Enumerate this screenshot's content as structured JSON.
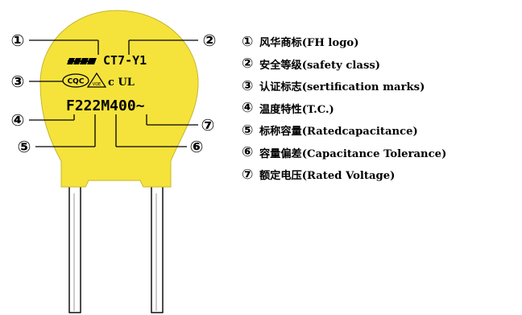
{
  "component": {
    "logo": "FH",
    "model": "CT7-Y1",
    "cert_cqc": "CQC",
    "cert_vde": "VDE",
    "cert_ul": "c UL",
    "code": "F222M400~"
  },
  "colors": {
    "body": "#f5e33c",
    "body_edge": "#b8a520",
    "stroke": "#000000"
  },
  "callout_numbers": [
    "①",
    "②",
    "③",
    "④",
    "⑤",
    "⑥",
    "⑦"
  ],
  "legend": [
    {
      "num": "①",
      "text": "风华商标(FH logo)"
    },
    {
      "num": "②",
      "text": "安全等级(safety class)"
    },
    {
      "num": "③",
      "text": "认证标志(sertification marks)"
    },
    {
      "num": "④",
      "text": "温度特性(T.C.)"
    },
    {
      "num": "⑤",
      "text": "标称容量(Ratedcapacitance)"
    },
    {
      "num": "⑥",
      "text": "容量偏差(Capacitance Tolerance)"
    },
    {
      "num": "⑦",
      "text": "额定电压(Rated Voltage)"
    }
  ]
}
